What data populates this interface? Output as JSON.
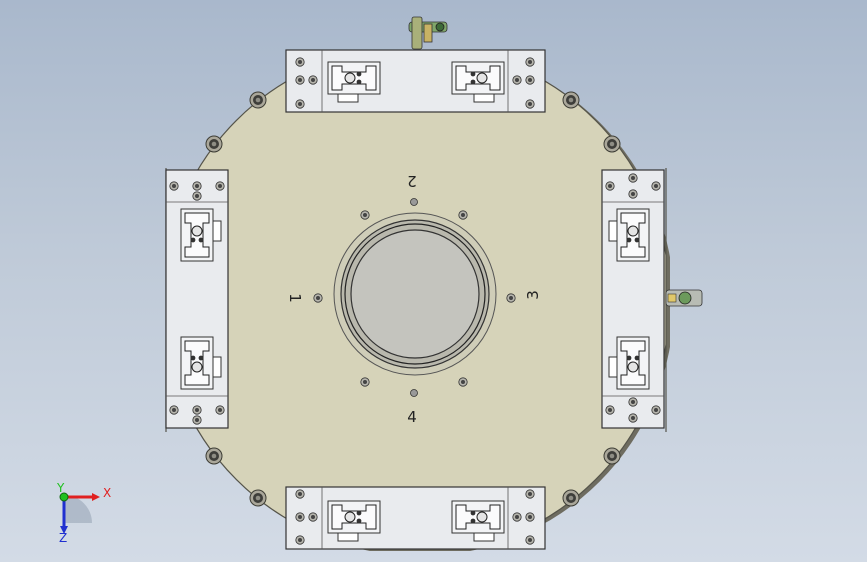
{
  "viewport": {
    "colors": {
      "background_top": "#a9b8cc",
      "background_bottom": "#d3dbe6",
      "plate": "#d6d3b9",
      "plate_edge": "#55544a",
      "clamp": "#e9ebee",
      "bore": "#c4c4be"
    }
  },
  "part": {
    "station_labels": {
      "left": "1",
      "top": "2",
      "right": "3",
      "bottom": "4"
    },
    "fittings": [
      "air-fitting-top",
      "air-fitting-right"
    ]
  },
  "triad": {
    "x_label": "X",
    "y_label": "Y",
    "z_label": "Z",
    "colors": {
      "x": "#e02020",
      "y": "#20c020",
      "z": "#2030d0"
    }
  }
}
